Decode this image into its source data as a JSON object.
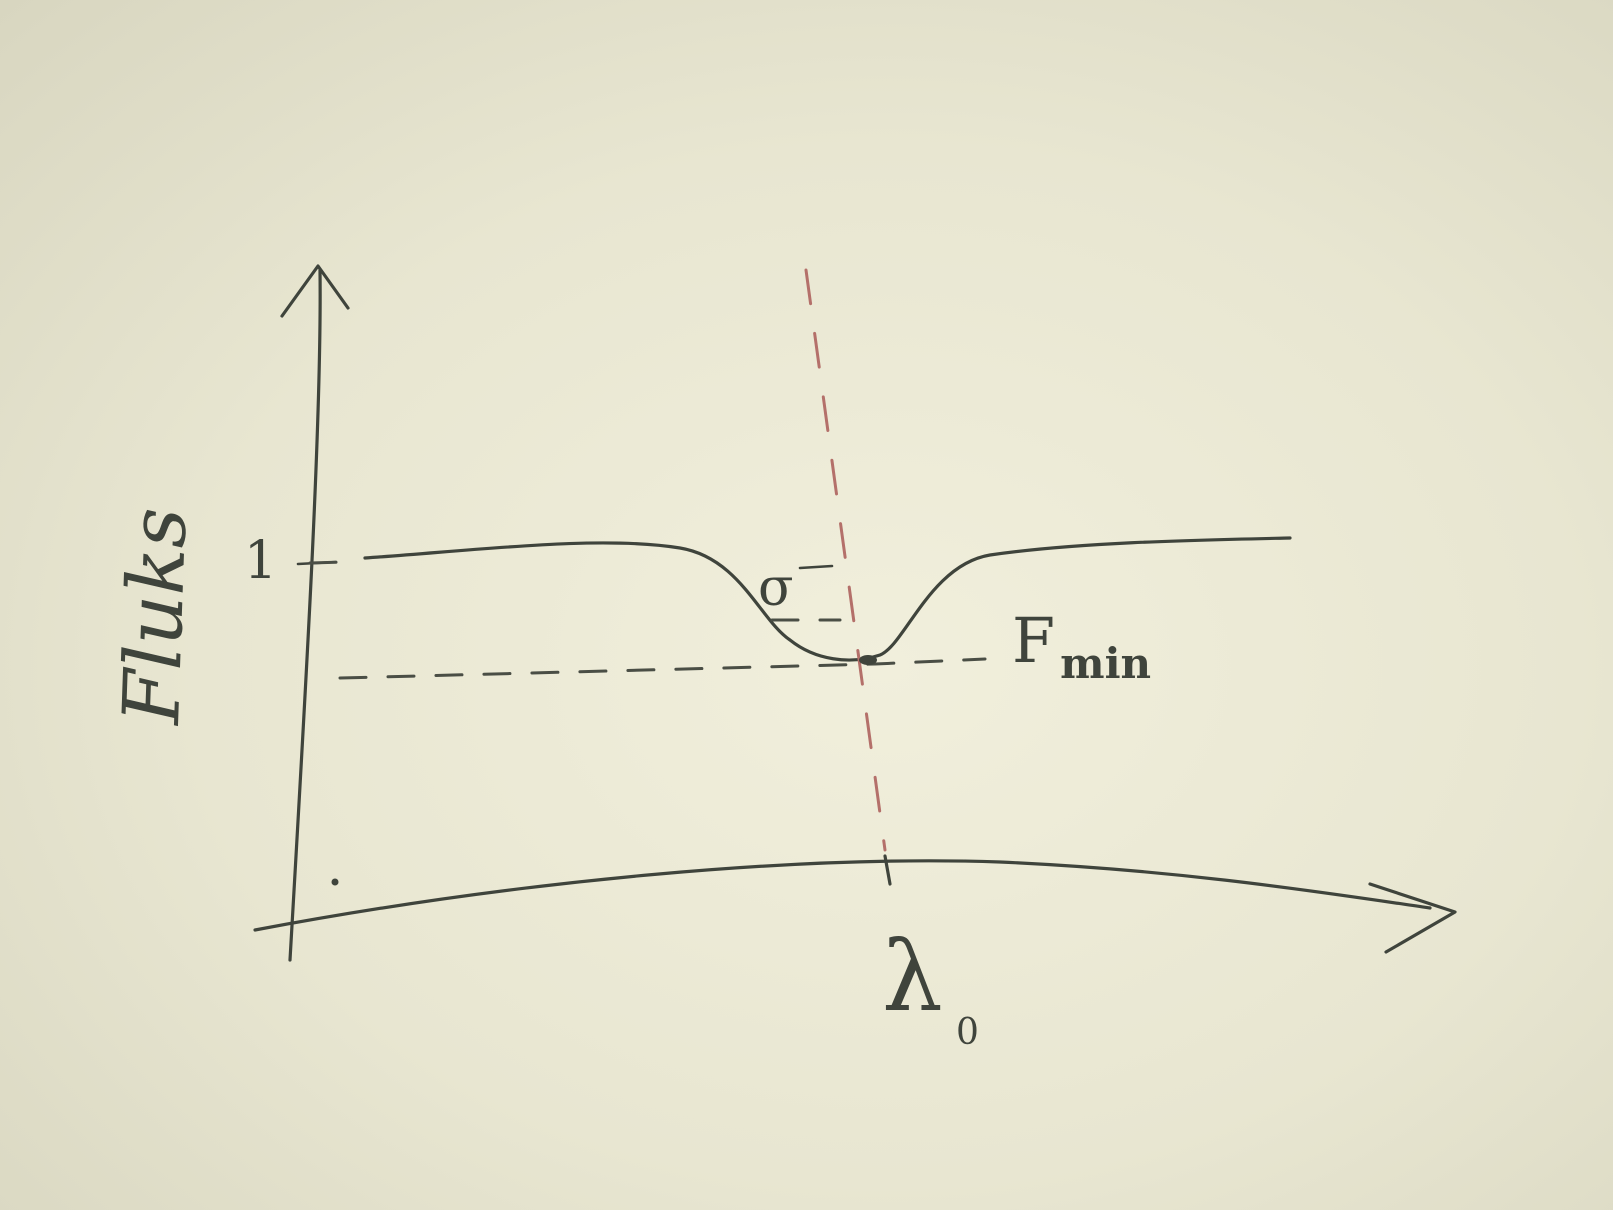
{
  "diagram": {
    "y_axis_label": "Fluks",
    "y_tick_label": "1",
    "min_label_main": "F",
    "min_label_sub": "min",
    "center_label_main": "λ",
    "center_label_sub": "0",
    "width_label": "σ",
    "colors": {
      "ink": "#3f443c",
      "red_dash": "#b4706a",
      "paper": "#e9e7d3"
    }
  }
}
